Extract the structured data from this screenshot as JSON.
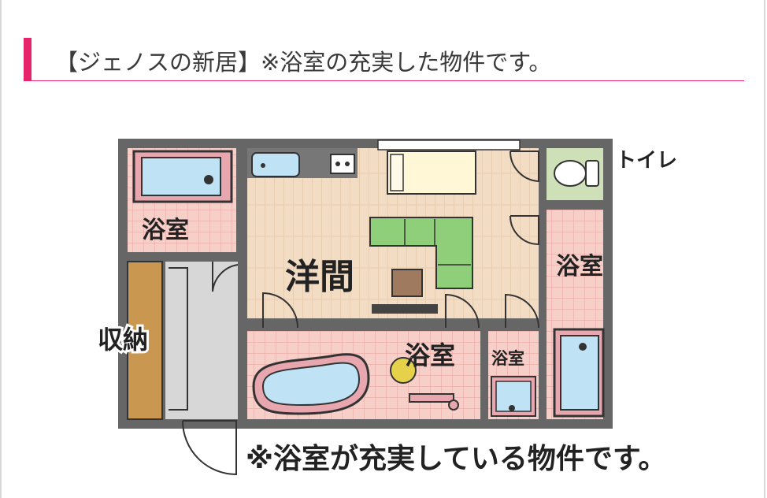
{
  "header": {
    "title": "【ジェノスの新居】※浴室の充実した物件です。",
    "accent_color": "#e6246b"
  },
  "floorplan": {
    "labels": {
      "toilet": "トイレ",
      "bath_top_left": "浴室",
      "bath_right": "浴室",
      "bath_center": "浴室",
      "bath_small": "浴室",
      "western_room": "洋間",
      "storage": "収納"
    },
    "icons": [
      "bathtub-icon",
      "toilet-icon",
      "sink-icon",
      "stove-icon",
      "bed-icon",
      "sofa-icon",
      "table-icon",
      "door-icon",
      "shower-icon"
    ]
  },
  "caption": "※浴室が充実している物件です。",
  "colors": {
    "wall": "#555555",
    "bath_floor": "#f6cfc9",
    "wood_floor": "#f2dcc4",
    "tub_water": "#bfe3f5",
    "tub_rim": "#e8a6ae",
    "sofa": "#8fcf7a",
    "toilet_room": "#cde0b8",
    "storage_wood": "#c9974f"
  }
}
